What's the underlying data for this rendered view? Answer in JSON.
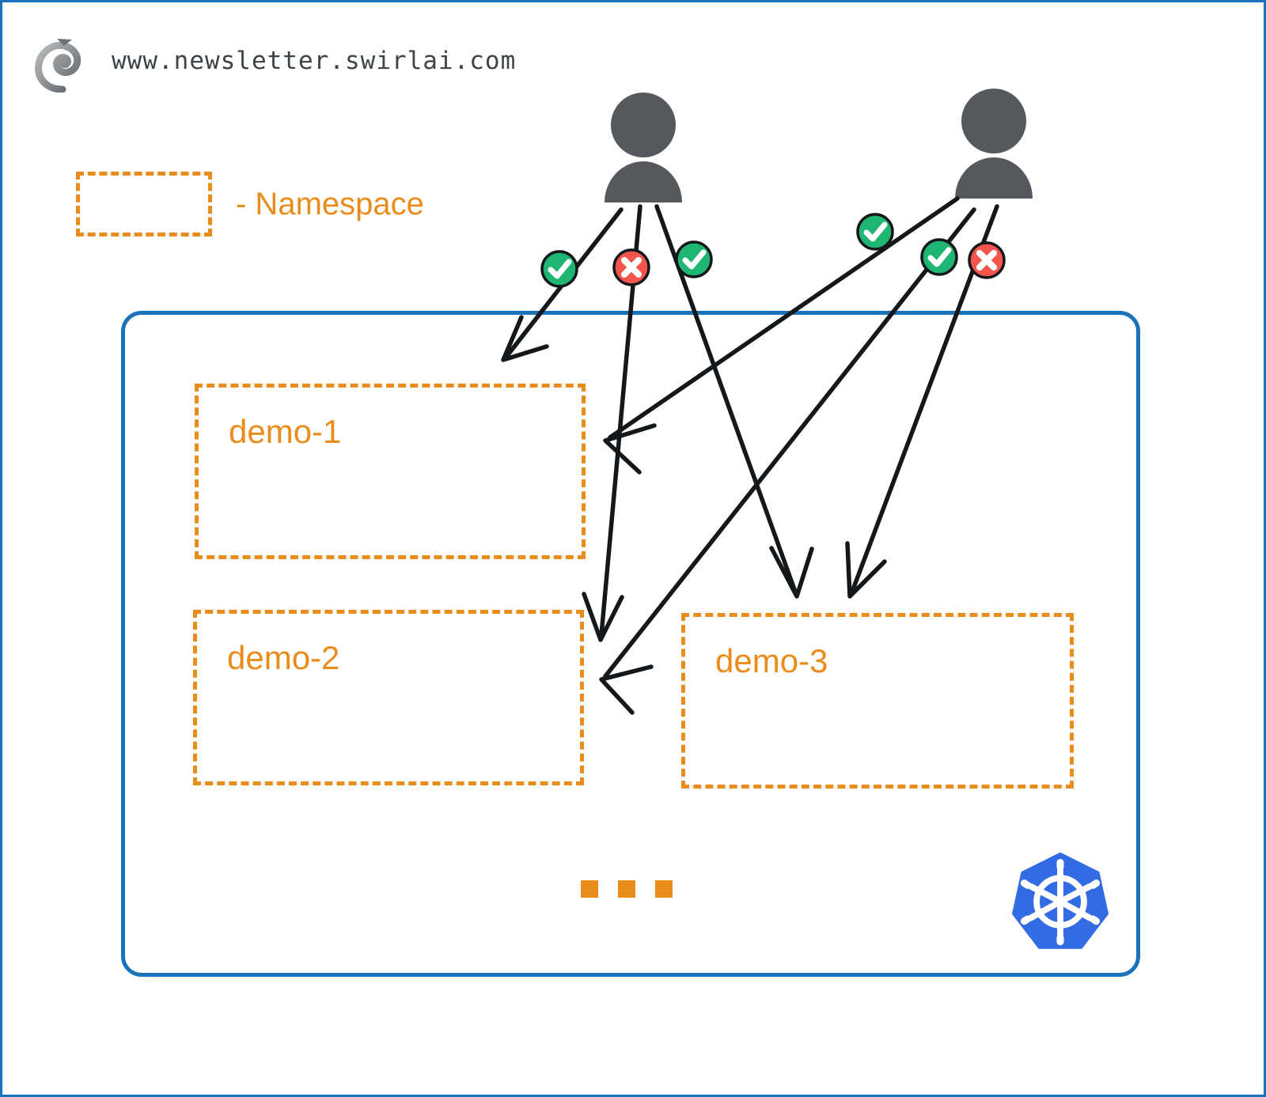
{
  "brand": {
    "logo_icon": "swirl-logo-icon",
    "url": "www.newsletter.swirlai.com"
  },
  "legend": {
    "swatch_style": "orange-dashed-rectangle",
    "label": "- Namespace",
    "color": "#ea8c1c"
  },
  "cluster": {
    "name": "kubernetes-cluster",
    "border_color": "#1a72ba",
    "logo_icon": "kubernetes-icon",
    "logo_color": "#326ce5",
    "ellipsis": [
      "dot",
      "dot",
      "dot"
    ],
    "ellipsis_color": "#ea8c1c",
    "namespaces": [
      {
        "id": "demo-1",
        "label": "demo-1"
      },
      {
        "id": "demo-2",
        "label": "demo-2"
      },
      {
        "id": "demo-3",
        "label": "demo-3"
      }
    ]
  },
  "users": [
    {
      "id": "user-left",
      "icon": "user-icon",
      "color": "#55595e"
    },
    {
      "id": "user-right",
      "icon": "user-icon",
      "color": "#55595e"
    }
  ],
  "access_colors": {
    "allowed": "#1fb573",
    "denied": "#f4564e",
    "outline": "#15181a"
  },
  "access_edges": [
    {
      "id": "left-user-to-demo-1",
      "from": "user-left",
      "to": "demo-1",
      "badge": "check-icon",
      "status": "allowed"
    },
    {
      "id": "left-user-to-demo-2",
      "from": "user-left",
      "to": "demo-2",
      "badge": "cross-icon",
      "status": "denied"
    },
    {
      "id": "left-user-to-demo-3",
      "from": "user-left",
      "to": "demo-3",
      "badge": "check-icon",
      "status": "allowed"
    },
    {
      "id": "right-user-to-demo-1-right",
      "from": "user-right",
      "to": "demo-1",
      "badge": "check-icon",
      "status": "allowed"
    },
    {
      "id": "right-user-to-demo-2-right",
      "from": "user-right",
      "to": "demo-2",
      "badge": "check-icon",
      "status": "allowed"
    },
    {
      "id": "right-user-to-demo-3-right",
      "from": "user-right",
      "to": "demo-3",
      "badge": "cross-icon",
      "status": "denied"
    }
  ]
}
